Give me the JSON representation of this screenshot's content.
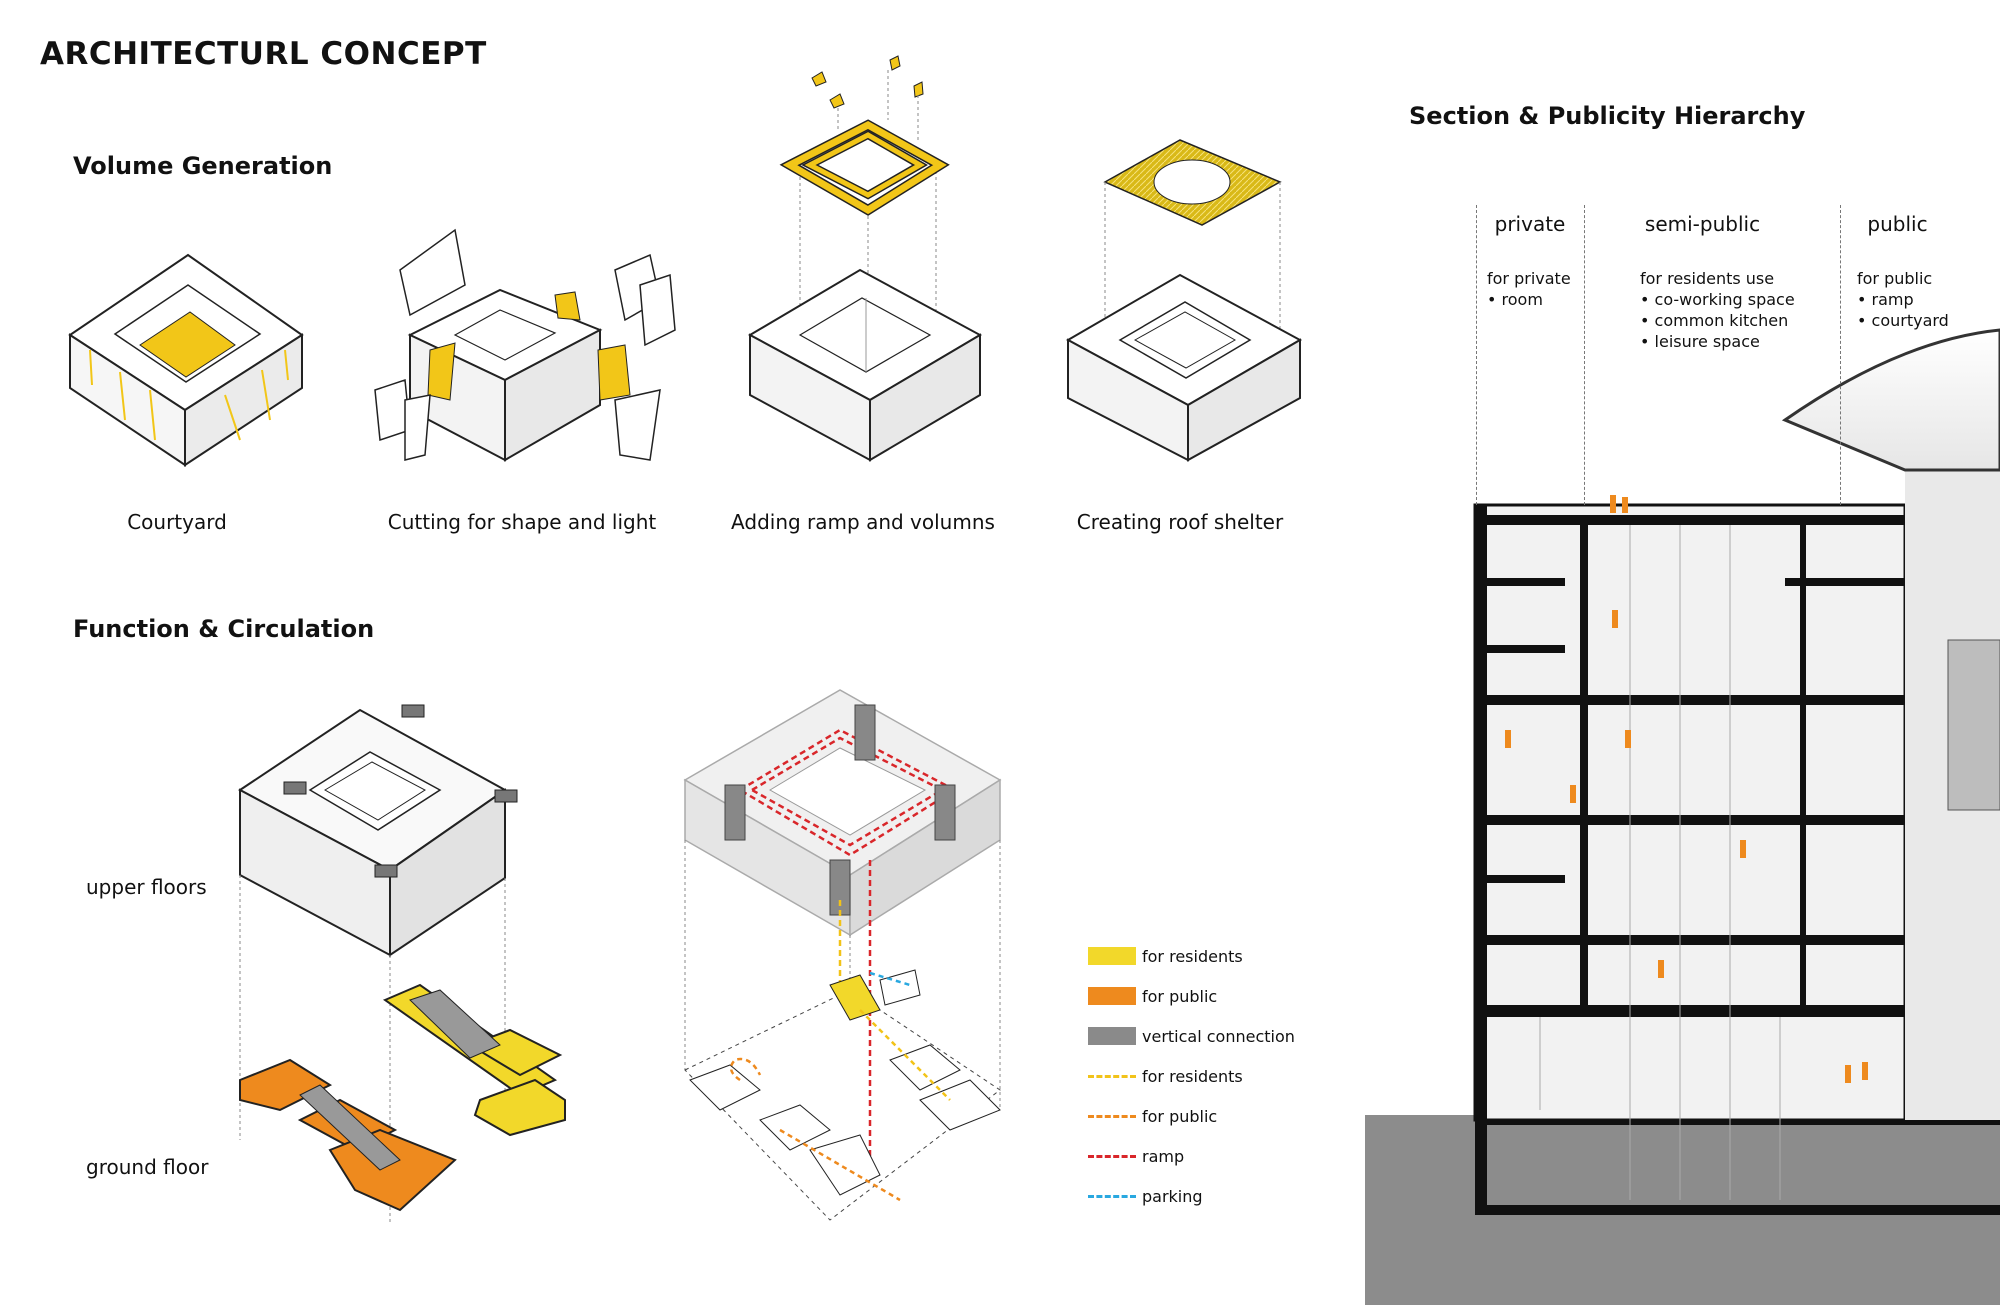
{
  "title": "ARCHITECTURL CONCEPT",
  "volume": {
    "heading": "Volume Generation",
    "steps": [
      "Courtyard",
      "Cutting for shape and light",
      "Adding ramp and volumns",
      "Creating roof shelter"
    ]
  },
  "function": {
    "heading": "Function & Circulation",
    "upper_label": "upper floors",
    "ground_label": "ground floor"
  },
  "legend": [
    {
      "label": "for residents",
      "kind": "swatch",
      "color": "#f2d82a"
    },
    {
      "label": "for public",
      "kind": "swatch",
      "color": "#ee8a1e"
    },
    {
      "label": "vertical connection",
      "kind": "swatch",
      "color": "#8a8a8a"
    },
    {
      "label": "for residents",
      "kind": "dashed",
      "color": "#f2c31a"
    },
    {
      "label": "for public",
      "kind": "dashed",
      "color": "#ee8a1e"
    },
    {
      "label": "ramp",
      "kind": "dashed",
      "color": "#d9262a"
    },
    {
      "label": "parking",
      "kind": "dashed",
      "color": "#29a8e0"
    }
  ],
  "section": {
    "heading": "Section & Publicity Hierarchy",
    "zones": [
      {
        "name": "private",
        "items": [
          "for private",
          "• room"
        ]
      },
      {
        "name": "semi-public",
        "items": [
          "for residents use",
          "• co-working space",
          "• common kitchen",
          "• leisure space"
        ]
      },
      {
        "name": "public",
        "items": [
          "for public",
          "• ramp",
          "• courtyard"
        ]
      }
    ]
  },
  "colors": {
    "accent_yellow": "#f2c618",
    "public_orange": "#ee8a1e",
    "dark_gray": "#7d7d7d"
  }
}
